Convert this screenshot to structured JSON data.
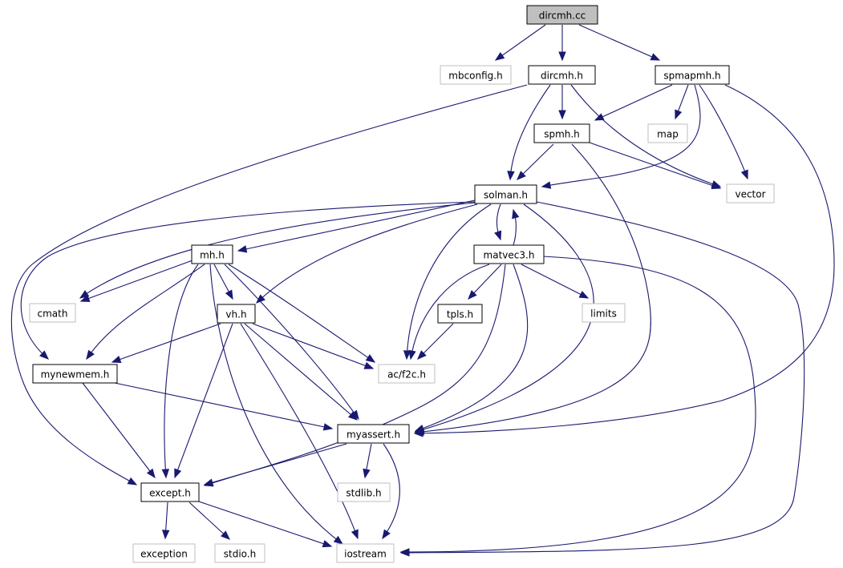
{
  "graph": {
    "nodes": {
      "dircmh_cc": {
        "label": "dircmh.cc",
        "kind": "root"
      },
      "mbconfig_h": {
        "label": "mbconfig.h",
        "kind": "external"
      },
      "dircmh_h": {
        "label": "dircmh.h",
        "kind": "internal"
      },
      "spmapmh_h": {
        "label": "spmapmh.h",
        "kind": "internal"
      },
      "map": {
        "label": "map",
        "kind": "external"
      },
      "spmh_h": {
        "label": "spmh.h",
        "kind": "internal"
      },
      "vector": {
        "label": "vector",
        "kind": "external"
      },
      "solman_h": {
        "label": "solman.h",
        "kind": "internal"
      },
      "mh_h": {
        "label": "mh.h",
        "kind": "internal"
      },
      "matvec3_h": {
        "label": "matvec3.h",
        "kind": "internal"
      },
      "cmath": {
        "label": "cmath",
        "kind": "external"
      },
      "vh_h": {
        "label": "vh.h",
        "kind": "internal"
      },
      "tpls_h": {
        "label": "tpls.h",
        "kind": "internal"
      },
      "limits": {
        "label": "limits",
        "kind": "external"
      },
      "mynewmem_h": {
        "label": "mynewmem.h",
        "kind": "internal"
      },
      "ac_f2c_h": {
        "label": "ac/f2c.h",
        "kind": "external"
      },
      "myassert_h": {
        "label": "myassert.h",
        "kind": "internal"
      },
      "except_h": {
        "label": "except.h",
        "kind": "internal"
      },
      "stdlib_h": {
        "label": "stdlib.h",
        "kind": "external"
      },
      "exception": {
        "label": "exception",
        "kind": "external"
      },
      "stdio_h": {
        "label": "stdio.h",
        "kind": "external"
      },
      "iostream": {
        "label": "iostream",
        "kind": "external"
      }
    },
    "edges": [
      [
        "dircmh_cc",
        "mbconfig_h"
      ],
      [
        "dircmh_cc",
        "dircmh_h"
      ],
      [
        "dircmh_cc",
        "spmapmh_h"
      ],
      [
        "dircmh_h",
        "spmh_h"
      ],
      [
        "dircmh_h",
        "solman_h"
      ],
      [
        "dircmh_h",
        "vector"
      ],
      [
        "dircmh_h",
        "except_h"
      ],
      [
        "spmapmh_h",
        "spmh_h"
      ],
      [
        "spmapmh_h",
        "map"
      ],
      [
        "spmapmh_h",
        "vector"
      ],
      [
        "spmapmh_h",
        "solman_h"
      ],
      [
        "spmapmh_h",
        "myassert_h"
      ],
      [
        "spmh_h",
        "solman_h"
      ],
      [
        "spmh_h",
        "vector"
      ],
      [
        "spmh_h",
        "myassert_h"
      ],
      [
        "solman_h",
        "mh_h"
      ],
      [
        "solman_h",
        "matvec3_h"
      ],
      [
        "solman_h",
        "cmath"
      ],
      [
        "solman_h",
        "vh_h"
      ],
      [
        "solman_h",
        "mynewmem_h"
      ],
      [
        "solman_h",
        "ac_f2c_h"
      ],
      [
        "solman_h",
        "myassert_h"
      ],
      [
        "solman_h",
        "iostream"
      ],
      [
        "matvec3_h",
        "solman_h"
      ],
      [
        "matvec3_h",
        "tpls_h"
      ],
      [
        "matvec3_h",
        "limits"
      ],
      [
        "matvec3_h",
        "ac_f2c_h"
      ],
      [
        "matvec3_h",
        "myassert_h"
      ],
      [
        "matvec3_h",
        "except_h"
      ],
      [
        "matvec3_h",
        "iostream"
      ],
      [
        "mh_h",
        "cmath"
      ],
      [
        "mh_h",
        "vh_h"
      ],
      [
        "mh_h",
        "mynewmem_h"
      ],
      [
        "mh_h",
        "ac_f2c_h"
      ],
      [
        "mh_h",
        "myassert_h"
      ],
      [
        "mh_h",
        "except_h"
      ],
      [
        "mh_h",
        "iostream"
      ],
      [
        "vh_h",
        "mynewmem_h"
      ],
      [
        "vh_h",
        "ac_f2c_h"
      ],
      [
        "vh_h",
        "myassert_h"
      ],
      [
        "vh_h",
        "except_h"
      ],
      [
        "vh_h",
        "iostream"
      ],
      [
        "tpls_h",
        "ac_f2c_h"
      ],
      [
        "mynewmem_h",
        "myassert_h"
      ],
      [
        "mynewmem_h",
        "except_h"
      ],
      [
        "myassert_h",
        "stdlib_h"
      ],
      [
        "myassert_h",
        "except_h"
      ],
      [
        "myassert_h",
        "iostream"
      ],
      [
        "except_h",
        "exception"
      ],
      [
        "except_h",
        "stdio_h"
      ],
      [
        "except_h",
        "iostream"
      ]
    ]
  }
}
